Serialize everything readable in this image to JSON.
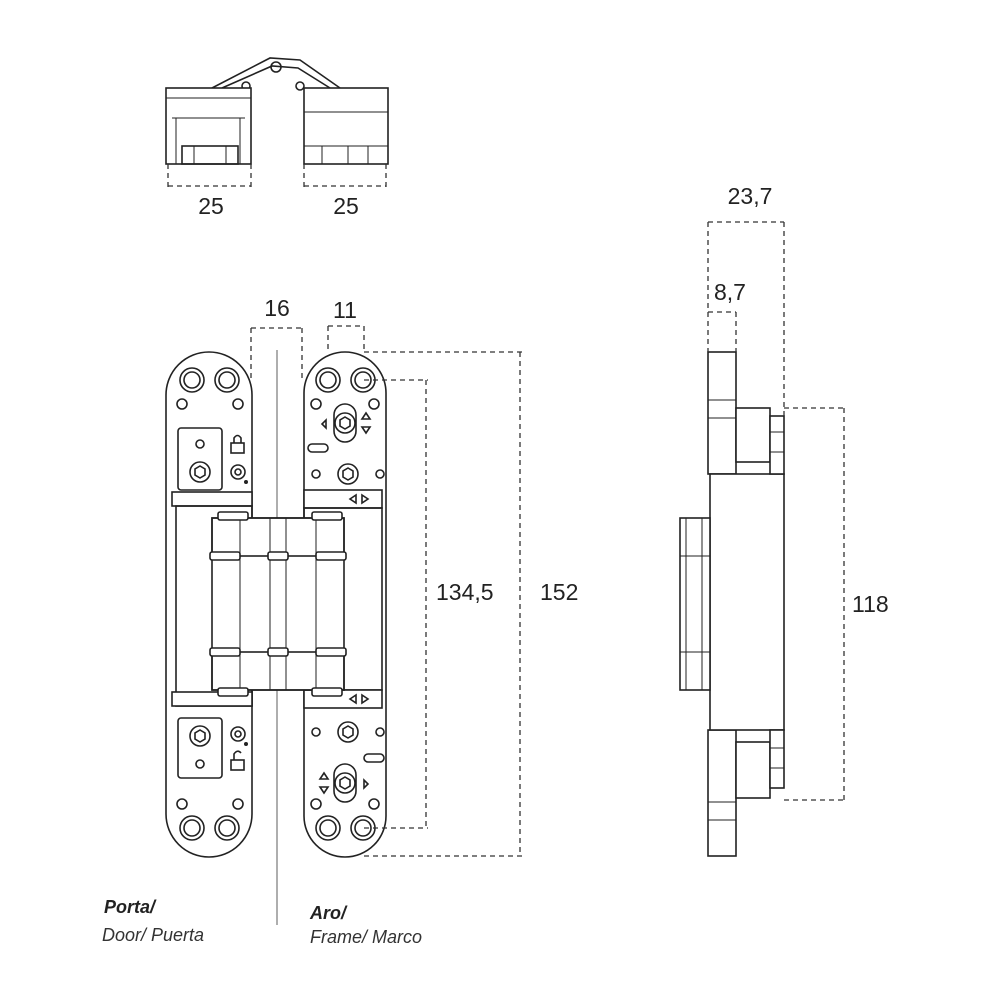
{
  "dimensions": {
    "top_left_width": "25",
    "top_right_width": "25",
    "door_offset": "16",
    "frame_offset": "11",
    "inner_height": "134,5",
    "total_height": "152",
    "side_total_depth": "23,7",
    "side_plate_depth": "8,7",
    "side_body_height": "118"
  },
  "labels": {
    "door_title": "Porta/",
    "door_sub": "Door/ Puerta",
    "frame_title": "Aro/",
    "frame_sub": "Frame/ Marco"
  },
  "colors": {
    "line": "#222222",
    "dimension_line": "#333333",
    "axis": "#999999",
    "background": "#ffffff"
  }
}
